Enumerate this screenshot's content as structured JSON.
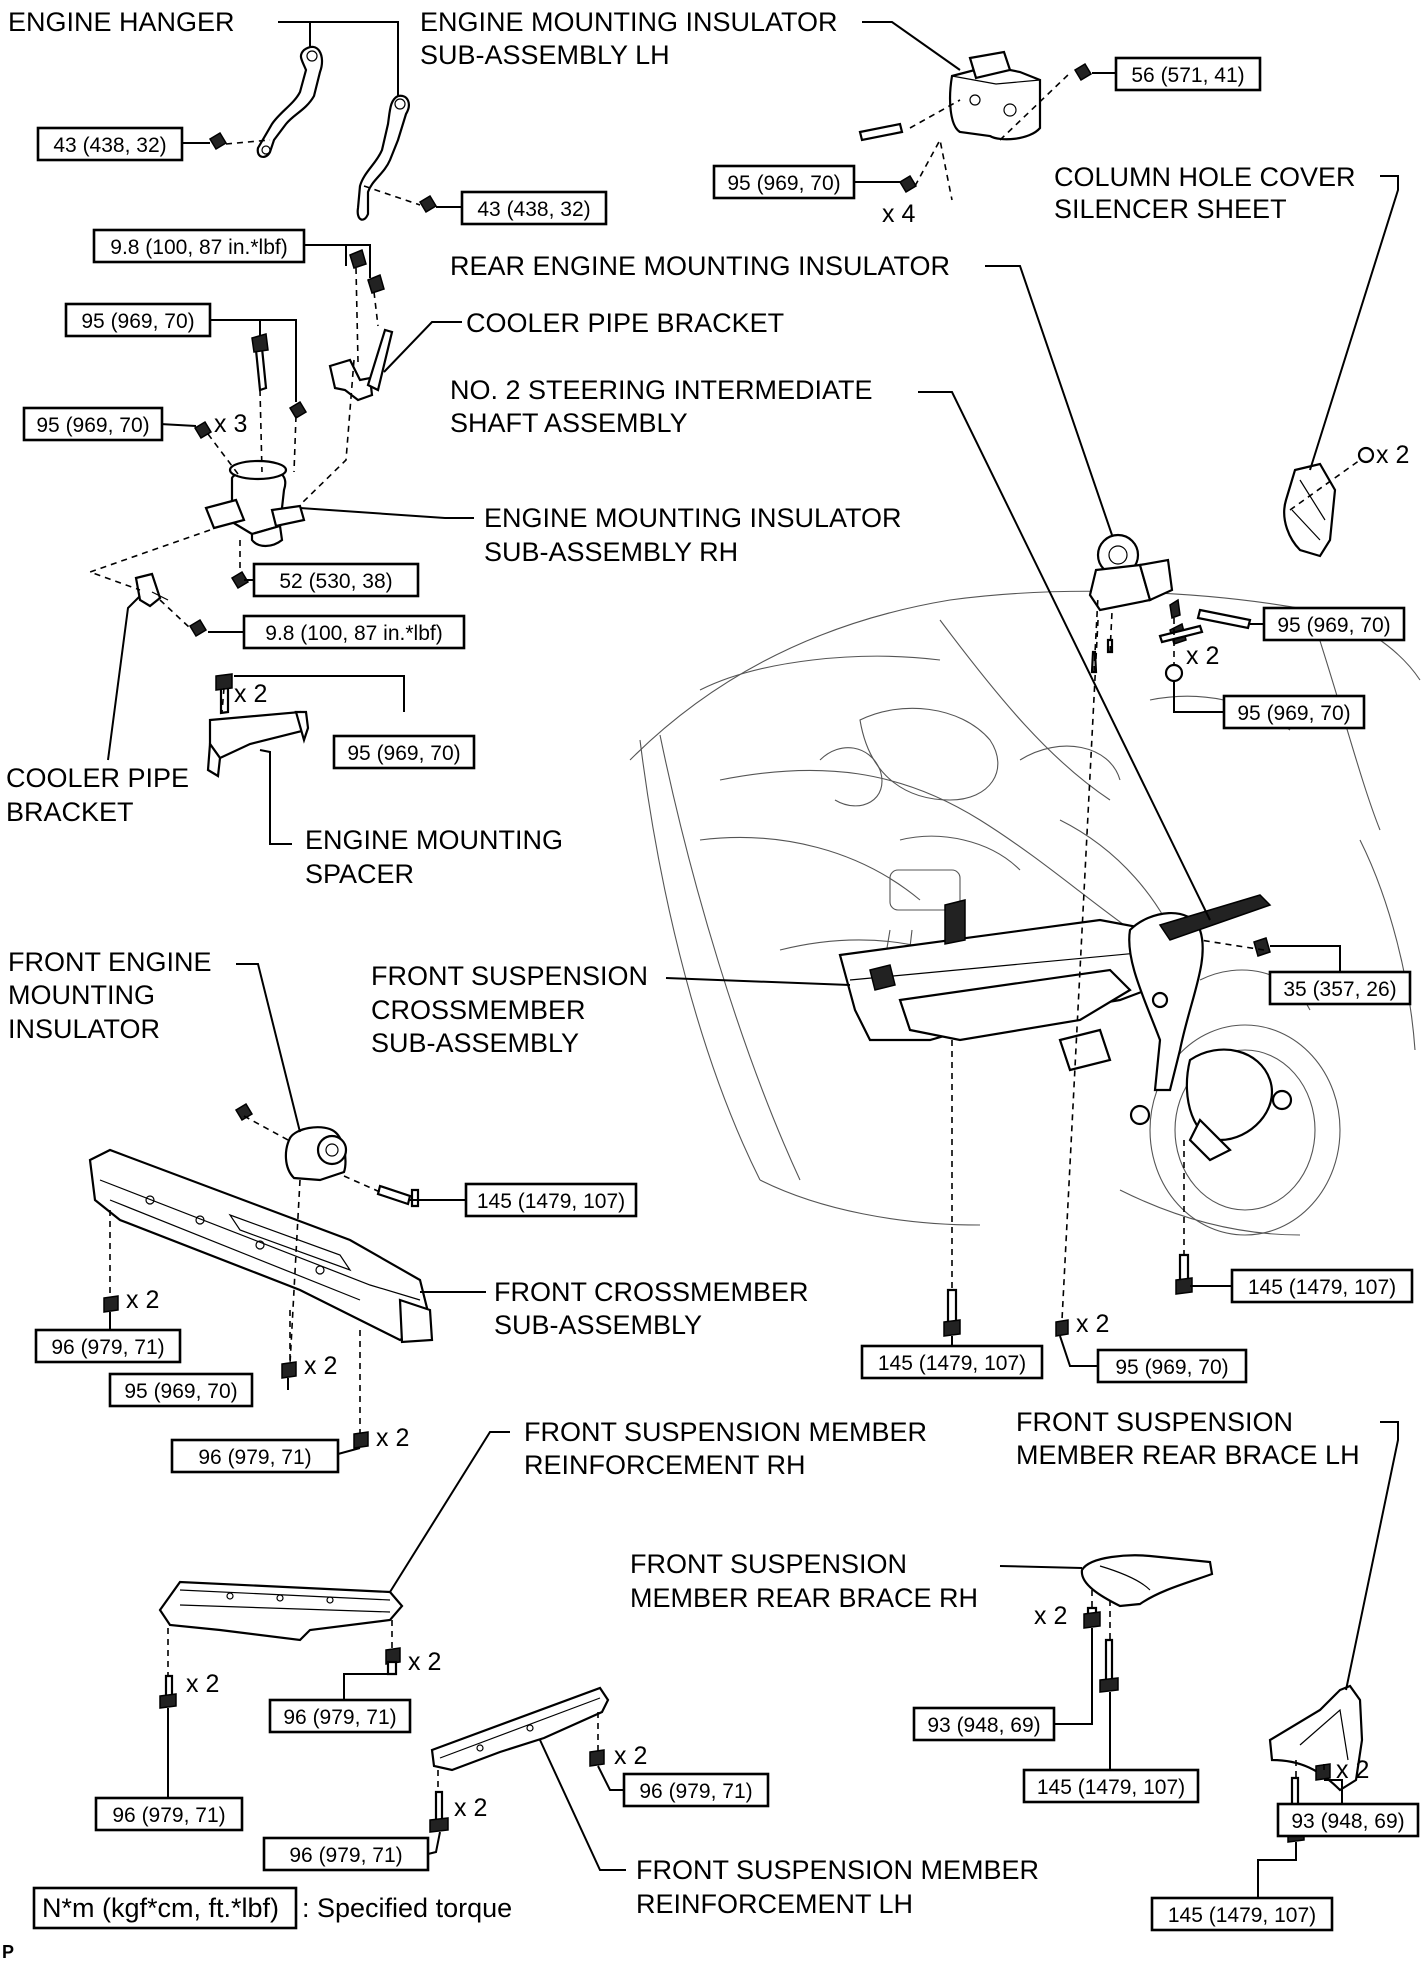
{
  "diagram": {
    "parts": {
      "engine_hanger": [
        "ENGINE HANGER"
      ],
      "engine_mounting_insulator_lh": [
        "ENGINE MOUNTING INSULATOR",
        "SUB-ASSEMBLY LH"
      ],
      "column_hole_cover": [
        "COLUMN HOLE COVER",
        "SILENCER SHEET"
      ],
      "rear_engine_mounting_insulator": [
        "REAR ENGINE MOUNTING INSULATOR"
      ],
      "cooler_pipe_bracket_top": [
        "COOLER PIPE BRACKET"
      ],
      "no2_steering_shaft": [
        "NO. 2 STEERING INTERMEDIATE",
        "SHAFT ASSEMBLY"
      ],
      "engine_mounting_insulator_rh": [
        "ENGINE MOUNTING INSULATOR",
        "SUB-ASSEMBLY RH"
      ],
      "cooler_pipe_bracket_left": [
        "COOLER PIPE",
        "BRACKET"
      ],
      "engine_mounting_spacer": [
        "ENGINE MOUNTING",
        "SPACER"
      ],
      "front_engine_mounting_insulator": [
        "FRONT ENGINE",
        "MOUNTING",
        "INSULATOR"
      ],
      "front_suspension_crossmember": [
        "FRONT SUSPENSION",
        "CROSSMEMBER",
        "SUB-ASSEMBLY"
      ],
      "front_crossmember": [
        "FRONT CROSSMEMBER",
        "SUB-ASSEMBLY"
      ],
      "front_susp_member_reinforcement_rh": [
        "FRONT SUSPENSION MEMBER",
        "REINFORCEMENT RH"
      ],
      "front_susp_member_rear_brace_lh": [
        "FRONT SUSPENSION",
        "MEMBER REAR BRACE LH"
      ],
      "front_susp_member_rear_brace_rh": [
        "FRONT SUSPENSION",
        "MEMBER REAR BRACE RH"
      ],
      "front_susp_member_reinforcement_lh": [
        "FRONT SUSPENSION MEMBER",
        "REINFORCEMENT LH"
      ]
    },
    "torques": {
      "hanger_bolt_left": "43 (438, 32)",
      "hanger_bolt_right": "43 (438, 32)",
      "lh_nut": "56 (571, 41)",
      "lh_bolts": "95 (969, 70)",
      "cooler_bracket_top": "9.8 (100, 87 in.*lbf)",
      "rh_bolt_top": "95 (969, 70)",
      "rh_bolt_left": "95 (969, 70)",
      "rh_nut_bottom": "52 (530, 38)",
      "cooler_bracket_left": "9.8 (100, 87 in.*lbf)",
      "spacer_bolts": "95 (969, 70)",
      "rear_mount_bolt": "95 (969, 70)",
      "rear_mount_nuts": "95 (969, 70)",
      "shaft_bolt": "35 (357, 26)",
      "front_mount_bolt": "145 (1479, 107)",
      "crossmember_left": "96 (979, 71)",
      "crossmember_mid": "95 (969, 70)",
      "crossmember_right": "96 (979, 71)",
      "susp_crossmember_center": "145 (1479, 107)",
      "susp_crossmember_rear": "95 (969, 70)",
      "susp_crossmember_right": "145 (1479, 107)",
      "reinf_rh_right": "96 (979, 71)",
      "reinf_rh_left": "96 (979, 71)",
      "reinf_lh_right": "96 (979, 71)",
      "reinf_lh_left": "96 (979, 71)",
      "brace_rh_left": "93 (948, 69)",
      "brace_rh_right": "145 (1479, 107)",
      "brace_lh_right": "93 (948, 69)",
      "brace_lh_left": "145 (1479, 107)"
    },
    "quantities": {
      "lh_bolts": "x 4",
      "rh_bolt_left": "x 3",
      "column_nut": "x 2",
      "rear_mount_nuts": "x 2",
      "spacer_bolts": "x 2",
      "crossmember_left": "x 2",
      "crossmember_mid": "x 2",
      "crossmember_right": "x 2",
      "susp_crossmember_rear": "x 2",
      "reinf_rh_right": "x 2",
      "reinf_rh_left": "x 2",
      "reinf_lh_right": "x 2",
      "reinf_lh_left": "x 2",
      "brace_rh_left": "x 2",
      "brace_lh_right": "x 2"
    },
    "legend": {
      "units": "N*m (kgf*cm, ft.*lbf)",
      "description": ": Specified torque"
    },
    "corner_code": "P"
  }
}
